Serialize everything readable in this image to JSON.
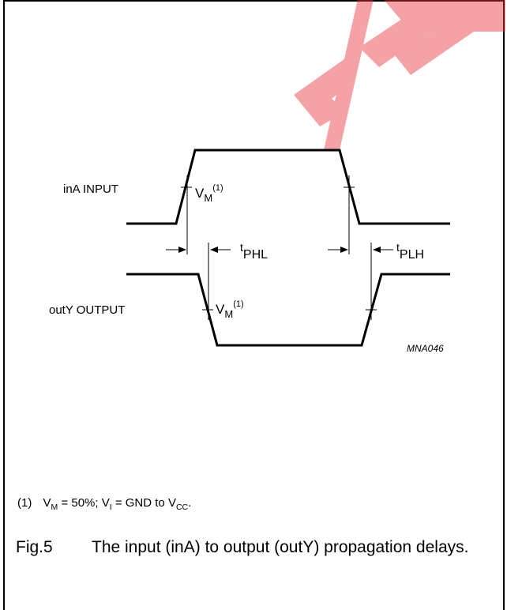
{
  "diagram": {
    "input_label": "inA INPUT",
    "output_label": "outY OUTPUT",
    "vm_label": "V",
    "vm_sub": "M",
    "vm_sup": "(1)",
    "tphl_t": "t",
    "tphl_sub": "PHL",
    "tplh_t": "t",
    "tplh_sub": "PLH",
    "code": "MNA046",
    "watermark_color": "#e8333a"
  },
  "note": {
    "num": "(1)",
    "text_parts": [
      "V",
      "M",
      " = 50%; V",
      "I",
      " = GND to V",
      "CC",
      "."
    ]
  },
  "caption": {
    "fig": "Fig.5",
    "text": "The input (inA) to output (outY) propagation delays."
  }
}
